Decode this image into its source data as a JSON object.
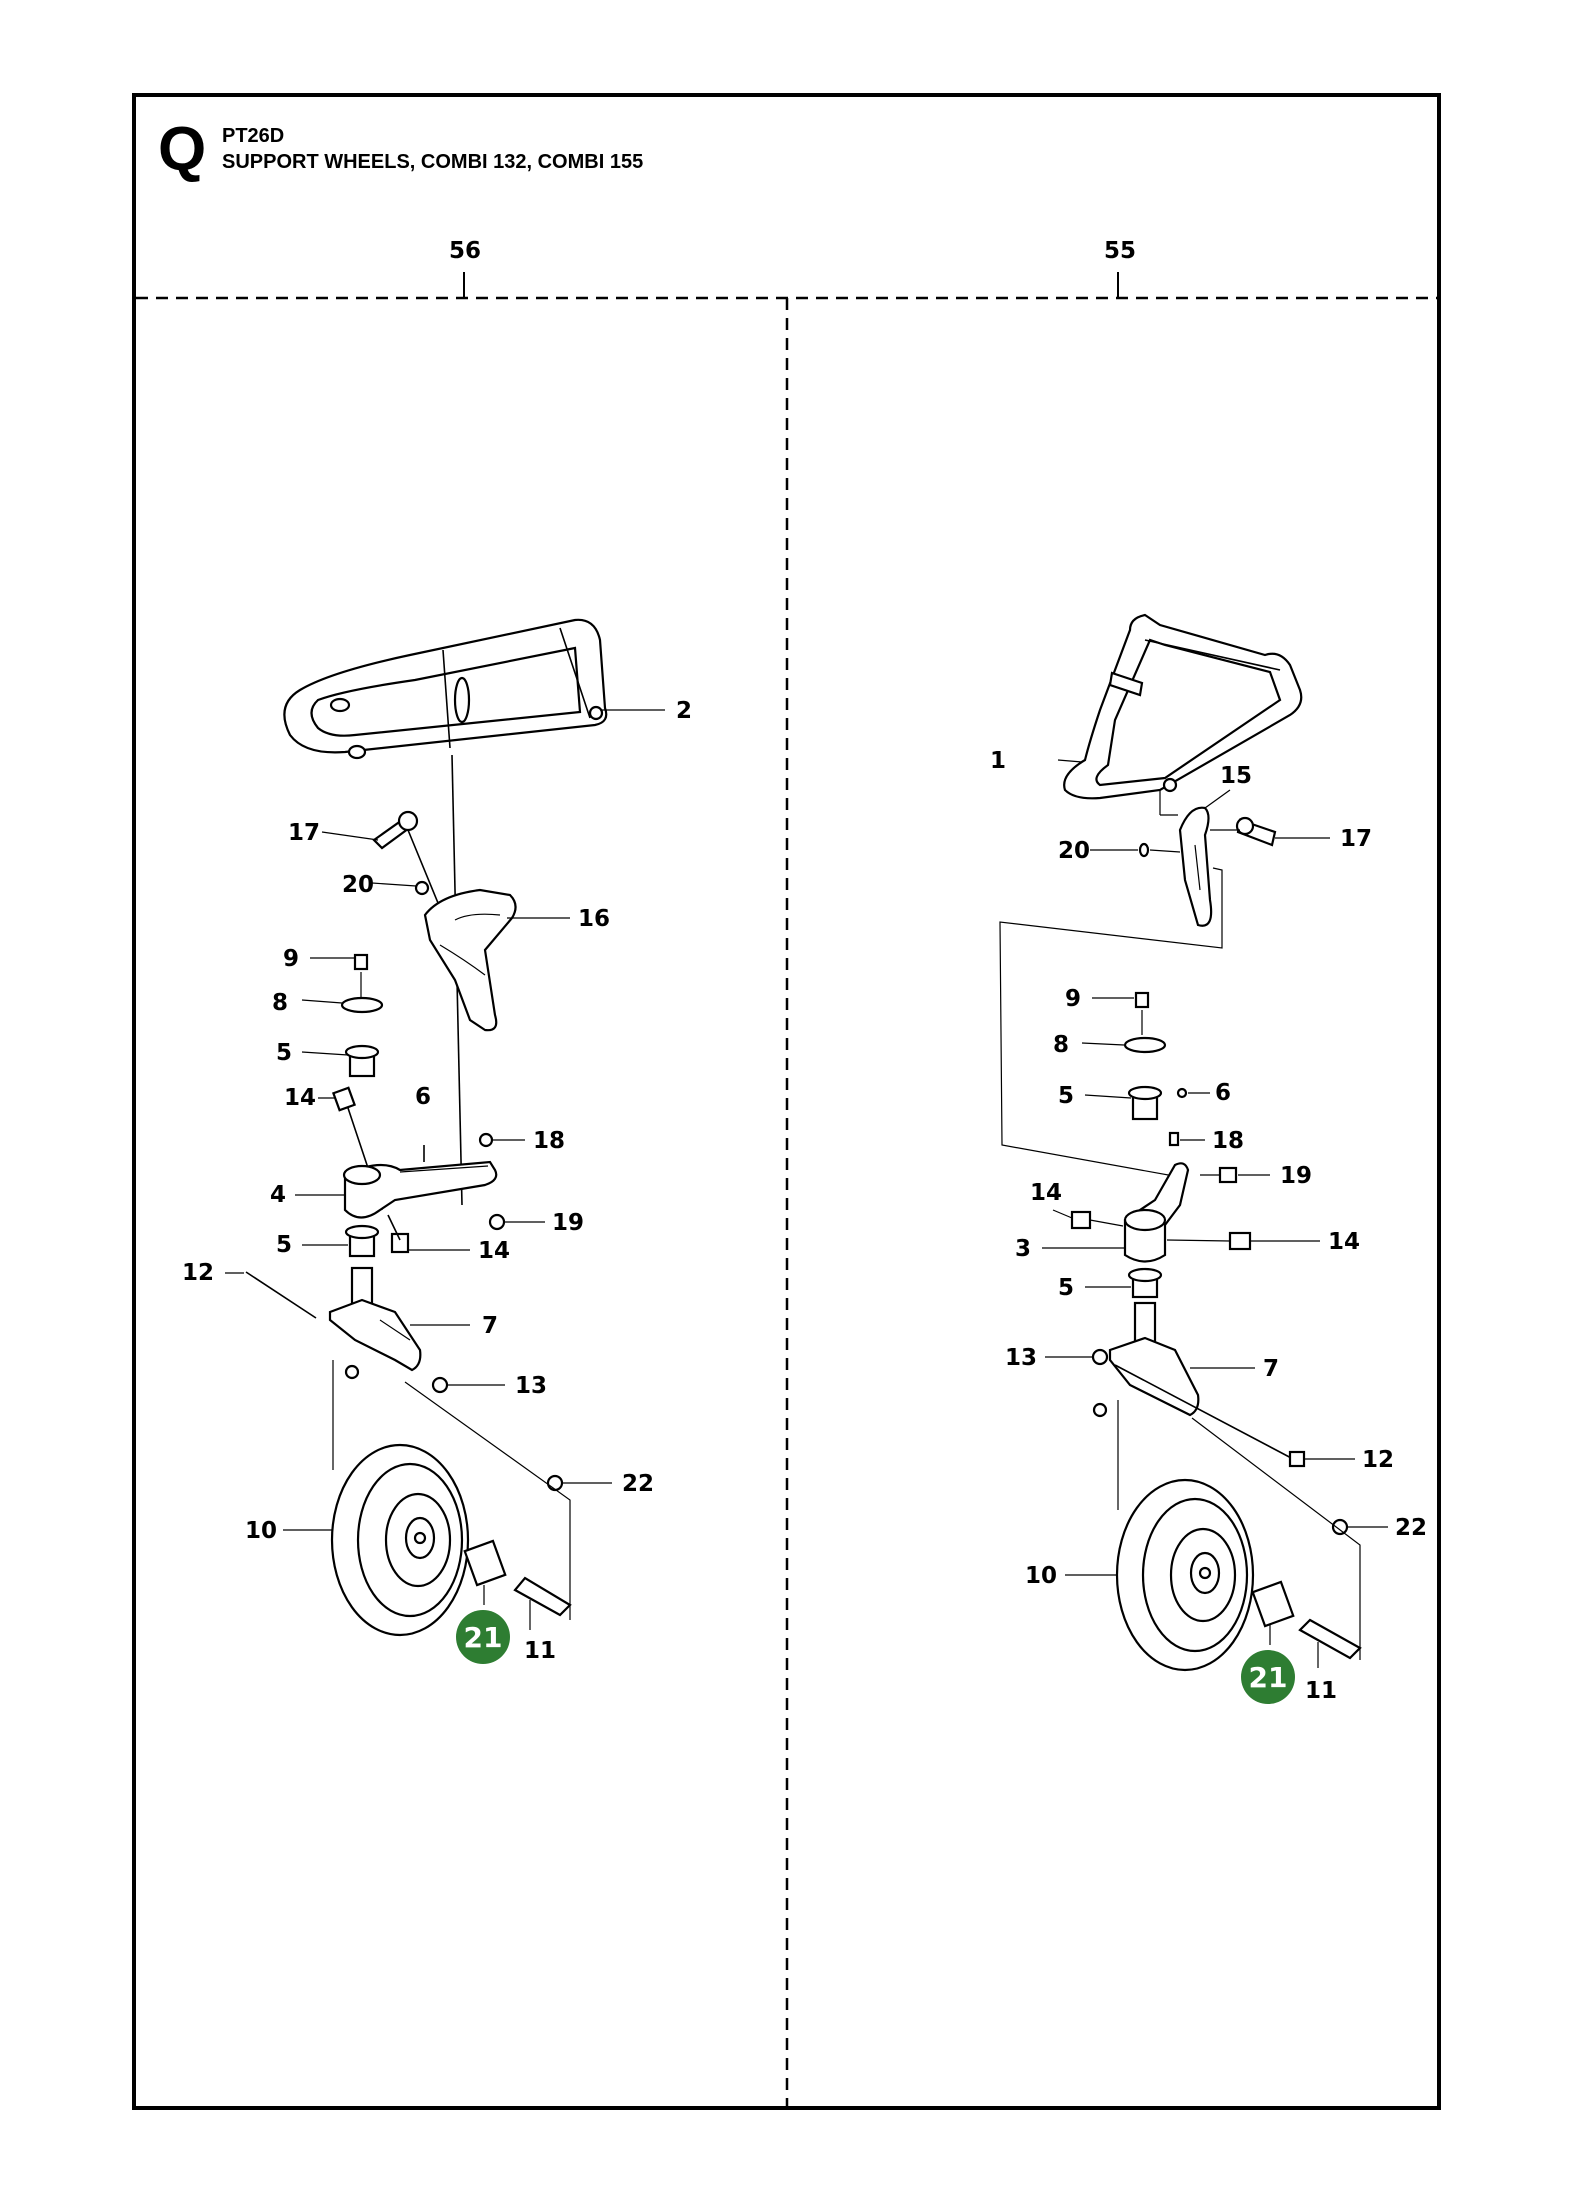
{
  "header": {
    "section_letter": "Q",
    "model": "PT26D",
    "title": "SUPPORT WHEELS, COMBI 132, COMBI 155"
  },
  "columns": [
    {
      "ref": "56"
    },
    {
      "ref": "55"
    }
  ],
  "left_callouts": {
    "c2": "2",
    "c17": "17",
    "c20": "20",
    "c16": "16",
    "c9": "9",
    "c8": "8",
    "c5a": "5",
    "c14a": "14",
    "c6": "6",
    "c18": "18",
    "c4": "4",
    "c19": "19",
    "c5b": "5",
    "c14b": "14",
    "c12": "12",
    "c7": "7",
    "c13": "13",
    "c22": "22",
    "c10": "10",
    "c11": "11",
    "c21": "21"
  },
  "right_callouts": {
    "c1": "1",
    "c15": "15",
    "c17": "17",
    "c20": "20",
    "c9": "9",
    "c8": "8",
    "c6": "6",
    "c5a": "5",
    "c18": "18",
    "c14a": "14",
    "c19": "19",
    "c3": "3",
    "c14b": "14",
    "c5b": "5",
    "c13": "13",
    "c7": "7",
    "c12": "12",
    "c22": "22",
    "c10": "10",
    "c11": "11",
    "c21": "21"
  },
  "colors": {
    "highlight_badge": "#2e7d32",
    "ink": "#000000",
    "background": "#ffffff"
  }
}
